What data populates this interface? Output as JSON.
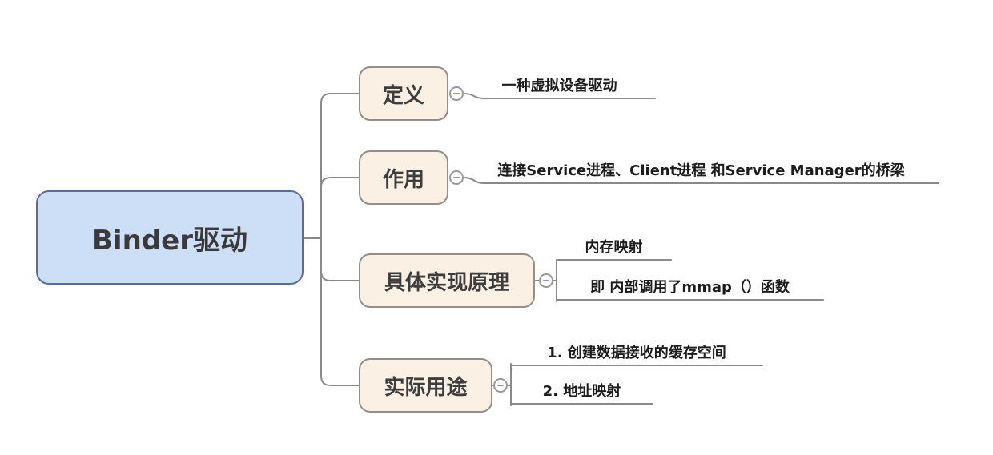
{
  "mindmap": {
    "title": "Binder驱动 mind map",
    "root": {
      "label": "Binder驱动"
    },
    "children": [
      {
        "label": "定义",
        "leaves": [
          {
            "text": "一种虚拟设备驱动"
          }
        ]
      },
      {
        "label": "作用",
        "leaves": [
          {
            "text": "连接Service进程、Client进程 和Service Manager的桥梁"
          }
        ]
      },
      {
        "label": "具体实现原理",
        "leaves": [
          {
            "text": "内存映射"
          },
          {
            "text": "即 内部调用了mmap（）函数"
          }
        ]
      },
      {
        "label": "实际用途",
        "leaves": [
          {
            "text": "1. 创建数据接收的缓存空间"
          },
          {
            "text": "2. 地址映射"
          }
        ]
      }
    ]
  },
  "colors": {
    "canvas_background": "#ffffff",
    "root_fill": "#cddff6",
    "root_border": "#5b6c94",
    "child_fill": "#faf0e3",
    "child_border": "#938e88",
    "connector_line": "#8a8a8a",
    "collapse_circle_border": "#9a9a9a",
    "collapse_minus": "#8e96c9",
    "node_text": "#3d3d3d",
    "leaf_text": "#1c1c1c"
  }
}
